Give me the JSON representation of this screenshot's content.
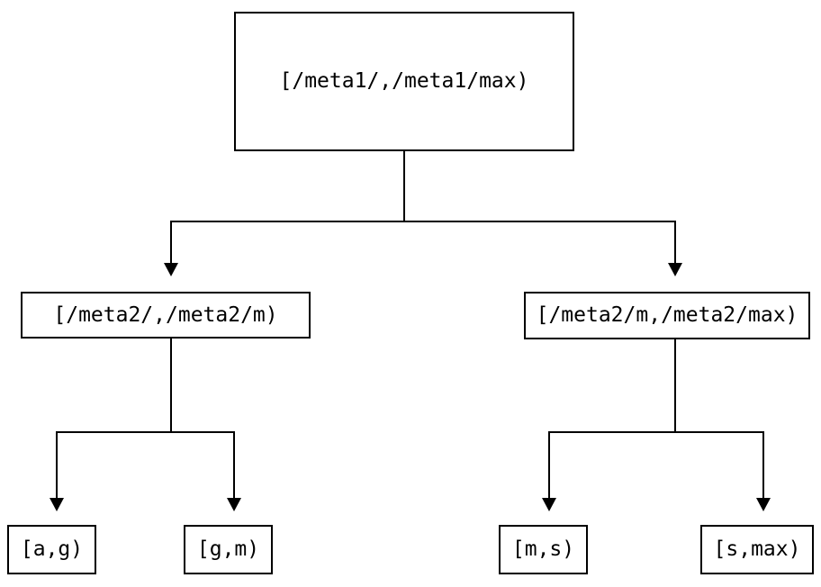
{
  "diagram": {
    "type": "binary-tree",
    "description": "Key range partitioning tree",
    "colors": {
      "background": "#ffffff",
      "node_border": "#000000",
      "node_fill": "#ffffff",
      "text": "#000000",
      "edge_stroke": "#000000"
    },
    "nodes": {
      "root": {
        "label": "[/meta1/,/meta1/max)",
        "level": 0
      },
      "meta2_low": {
        "label": "[/meta2/,/meta2/m)",
        "level": 1
      },
      "meta2_high": {
        "label": "[/meta2/m,/meta2/max)",
        "level": 1
      },
      "leaf_ag": {
        "label": "[a,g)",
        "level": 2
      },
      "leaf_gm": {
        "label": "[g,m)",
        "level": 2
      },
      "leaf_ms": {
        "label": "[m,s)",
        "level": 2
      },
      "leaf_smax": {
        "label": "[s,max)",
        "level": 2
      }
    },
    "edges": [
      {
        "from": "root",
        "to": "meta2_low"
      },
      {
        "from": "root",
        "to": "meta2_high"
      },
      {
        "from": "meta2_low",
        "to": "leaf_ag"
      },
      {
        "from": "meta2_low",
        "to": "leaf_gm"
      },
      {
        "from": "meta2_high",
        "to": "leaf_ms"
      },
      {
        "from": "meta2_high",
        "to": "leaf_smax"
      }
    ]
  }
}
